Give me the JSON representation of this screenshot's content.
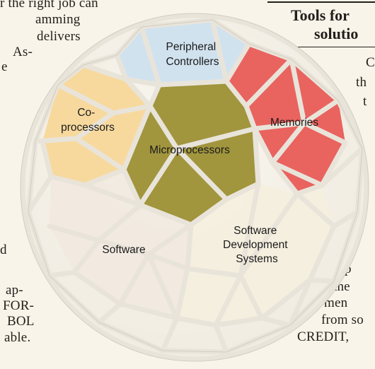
{
  "article": {
    "left_column": [
      "r the right job can",
      "amming",
      "delivers",
      "As-",
      "e",
      "d",
      "ap-",
      "FOR-",
      "BOL",
      "able."
    ],
    "right_heading": [
      "Tools for",
      "solutio"
    ],
    "right_column": [
      "C",
      "th",
      "t",
      "p",
      "the",
      "men",
      "from so",
      "CREDIT,"
    ]
  },
  "dome": {
    "segments": [
      {
        "id": "peripheral",
        "label": [
          "Peripheral",
          "Controllers"
        ],
        "color": "#cfe0ef"
      },
      {
        "id": "coprocessors",
        "label": [
          "Co-",
          "processors"
        ],
        "color": "#f7d79a"
      },
      {
        "id": "memories",
        "label": [
          "Memories"
        ],
        "color": "#e85b57"
      },
      {
        "id": "microprocessors",
        "label": [
          "Microprocessors"
        ],
        "color": "#9c8f34"
      },
      {
        "id": "software",
        "label": [
          "Software"
        ],
        "color": "#f1e9df"
      },
      {
        "id": "sds",
        "label": [
          "Software",
          "Development",
          "Systems"
        ],
        "color": "#f5efdd"
      }
    ]
  }
}
